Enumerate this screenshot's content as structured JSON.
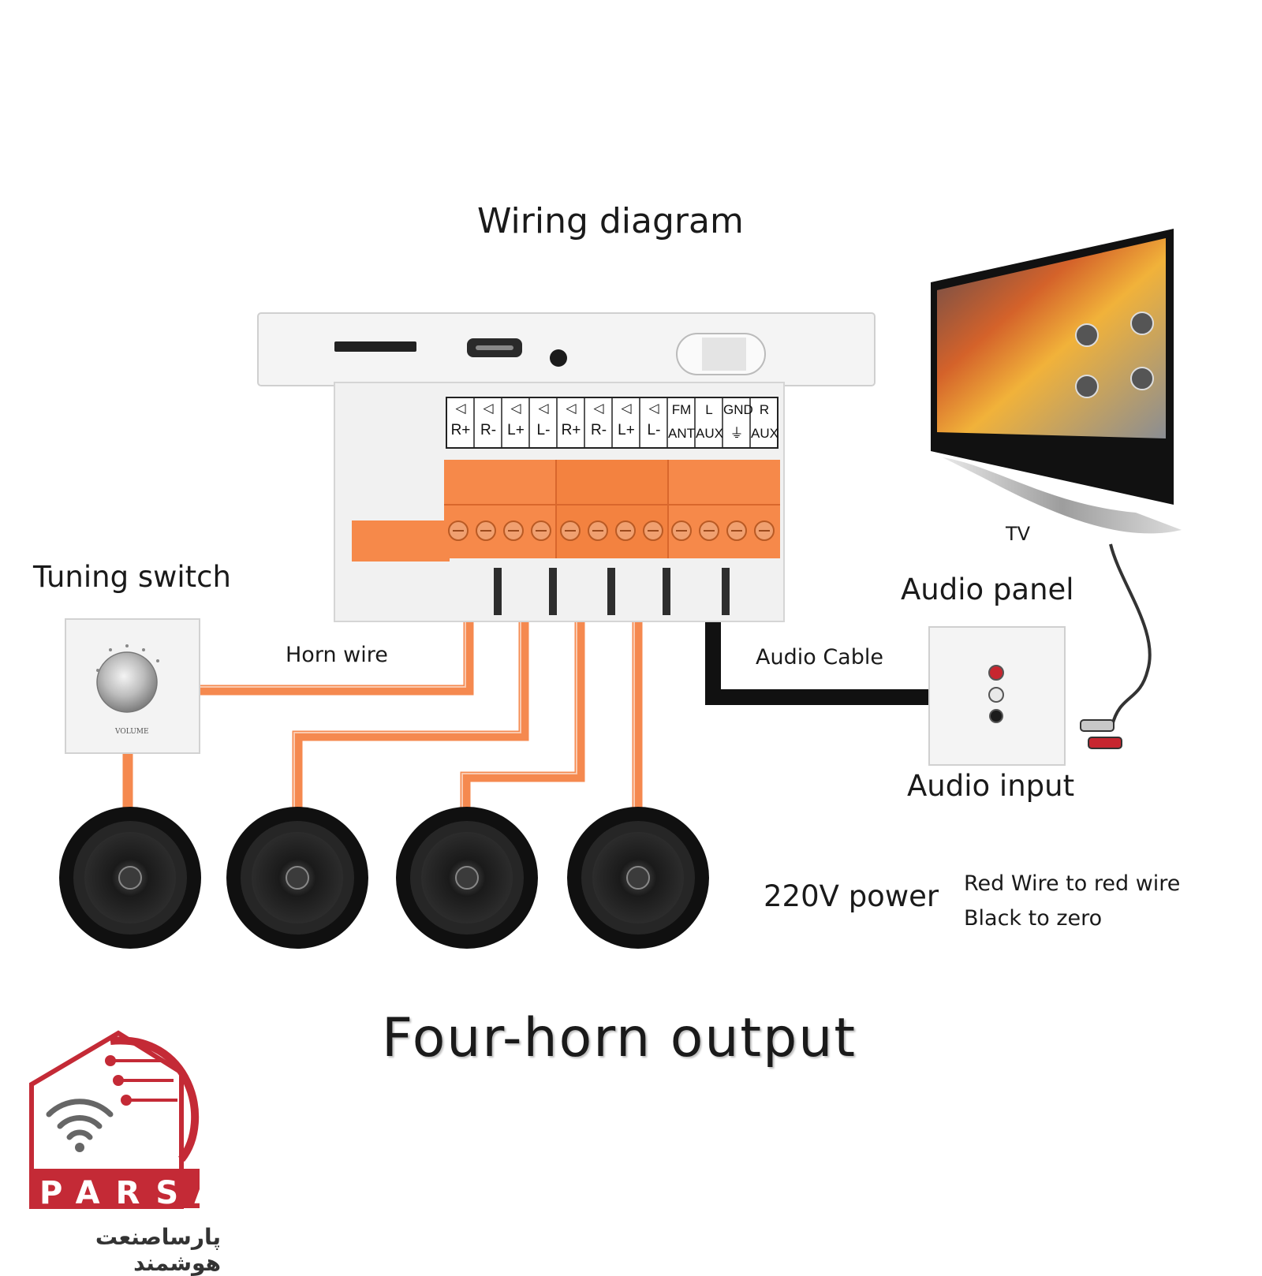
{
  "title": "Wiring diagram",
  "labels": {
    "tuning_switch": "Tuning switch",
    "horn_wire": "Horn wire",
    "audio_cable": "Audio Cable",
    "tv": "TV",
    "audio_panel": "Audio panel",
    "audio_input": "Audio input",
    "power": "220V power",
    "red_wire": "Red Wire to red wire",
    "black_zero": "Black to zero",
    "four_horn": "Four-horn output",
    "volume": "VOLUME"
  },
  "terminals": [
    {
      "top": "◁",
      "bottom": "R+"
    },
    {
      "top": "◁",
      "bottom": "R-"
    },
    {
      "top": "◁",
      "bottom": "L+"
    },
    {
      "top": "◁",
      "bottom": "L-"
    },
    {
      "top": "◁",
      "bottom": "R+"
    },
    {
      "top": "◁",
      "bottom": "R-"
    },
    {
      "top": "◁",
      "bottom": "L+"
    },
    {
      "top": "◁",
      "bottom": "L-"
    },
    {
      "top": "FM",
      "bottom": "ANT"
    },
    {
      "top": "L",
      "bottom": "AUX"
    },
    {
      "top": "GND",
      "bottom": "⏚"
    },
    {
      "top": "R",
      "bottom": "AUX"
    }
  ],
  "logo": {
    "brand": "PARSA",
    "persian": "پارساصنعت هوشمند"
  },
  "colors": {
    "wire": "#f5894f",
    "cable": "#111111",
    "terminal_block": "#f6894a",
    "logo_red": "#c42a36"
  },
  "icons": [
    "speaker-icon",
    "ground-icon",
    "wifi-icon"
  ]
}
